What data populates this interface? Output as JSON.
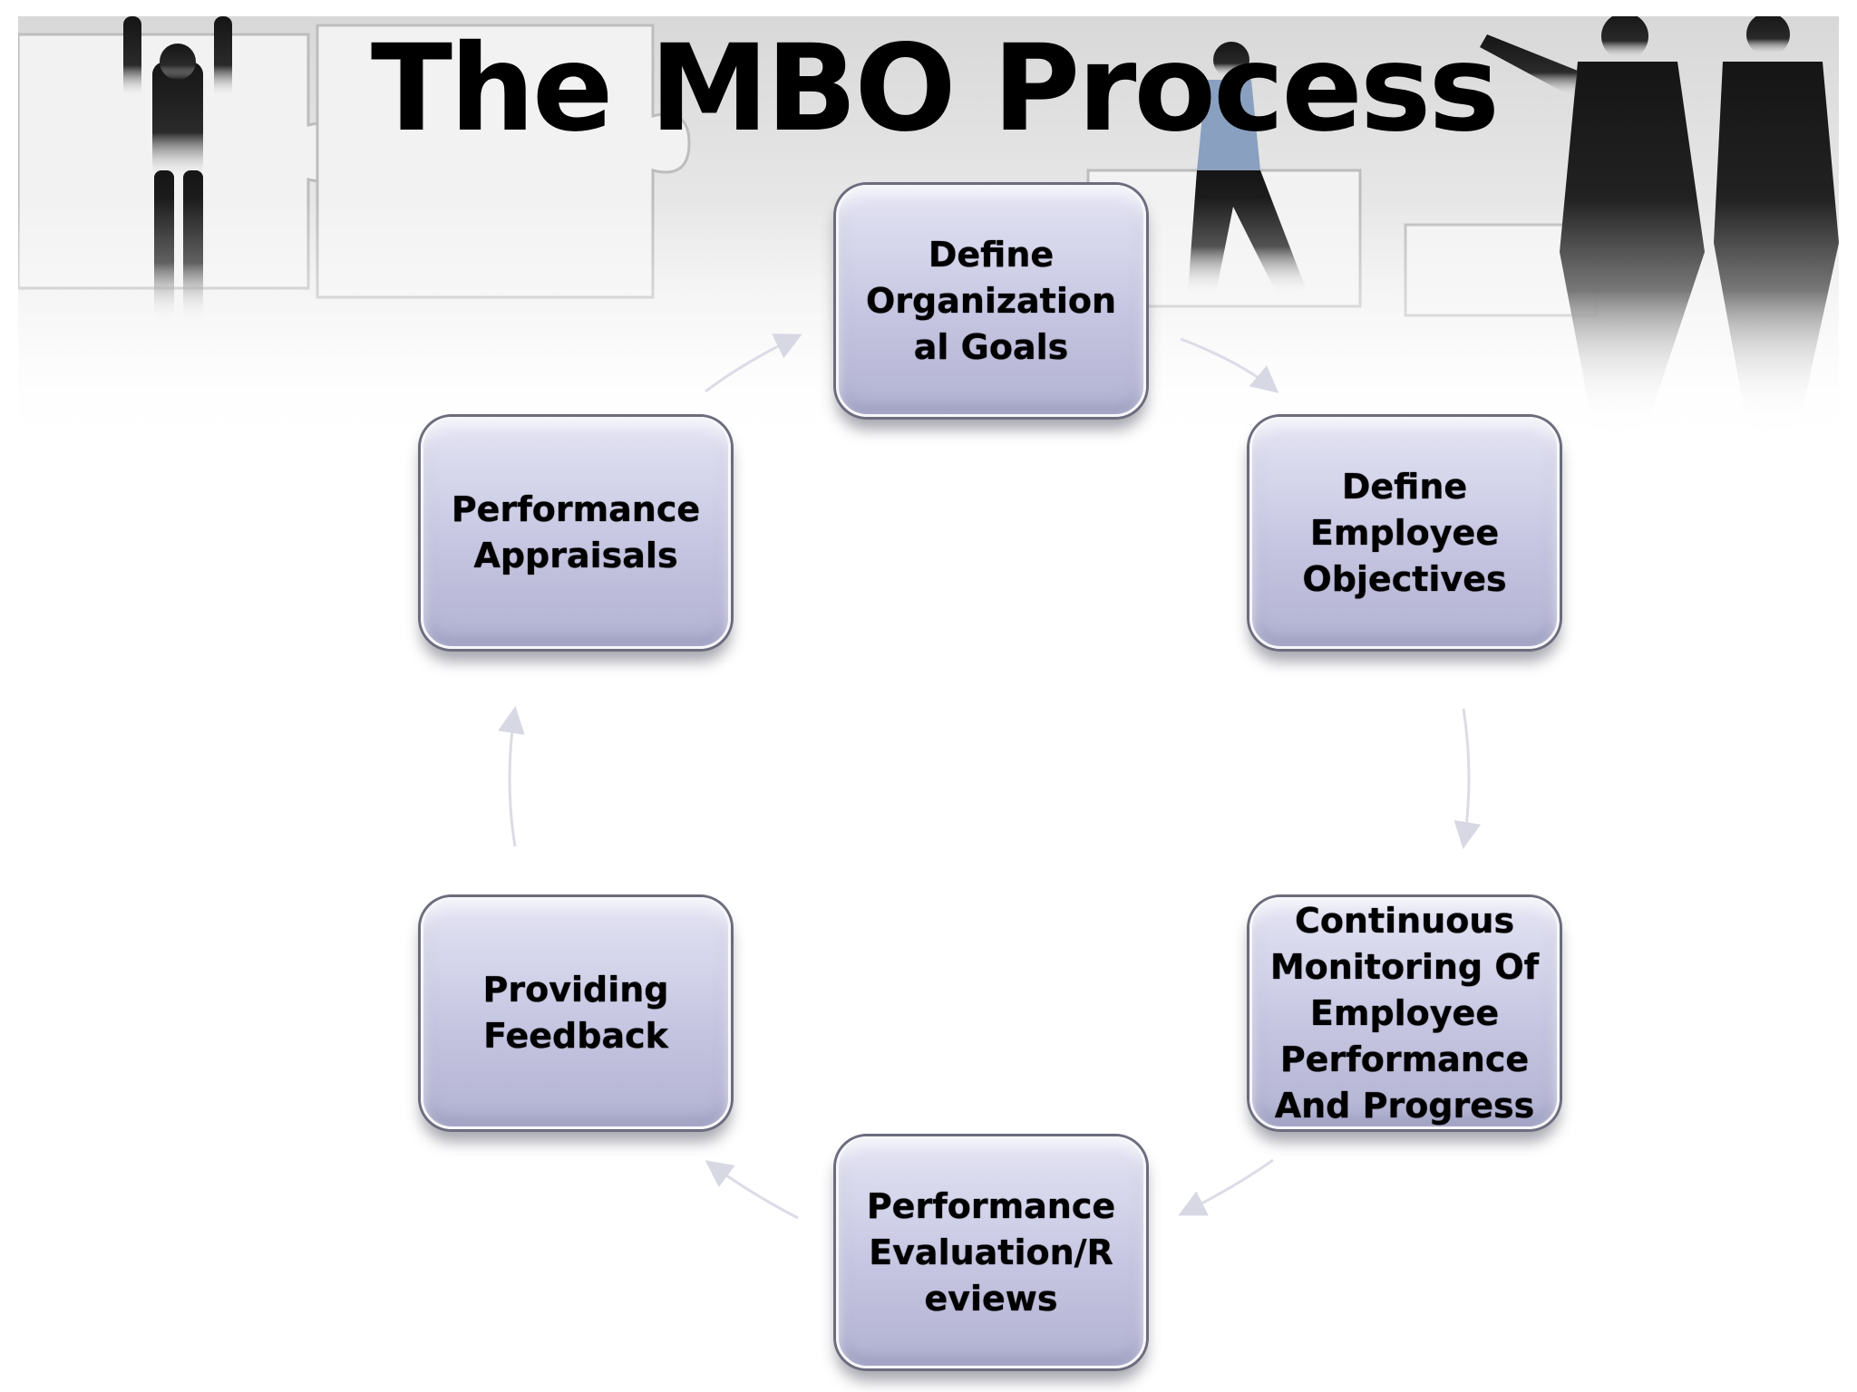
{
  "title": "The MBO Process",
  "steps": [
    {
      "label": "Define Organization al Goals"
    },
    {
      "label": "Define Employee Objectives"
    },
    {
      "label": "Continuous Monitoring Of Employee Performance And Progress"
    },
    {
      "label": "Performance Evaluation/R eviews"
    },
    {
      "label": "Providing Feedback"
    },
    {
      "label": "Performance Appraisals"
    }
  ],
  "colors": {
    "node_fill": "#c6c6e2",
    "node_border": "#6c6c7e",
    "arrow": "#d8d8e4",
    "title": "#000000"
  }
}
